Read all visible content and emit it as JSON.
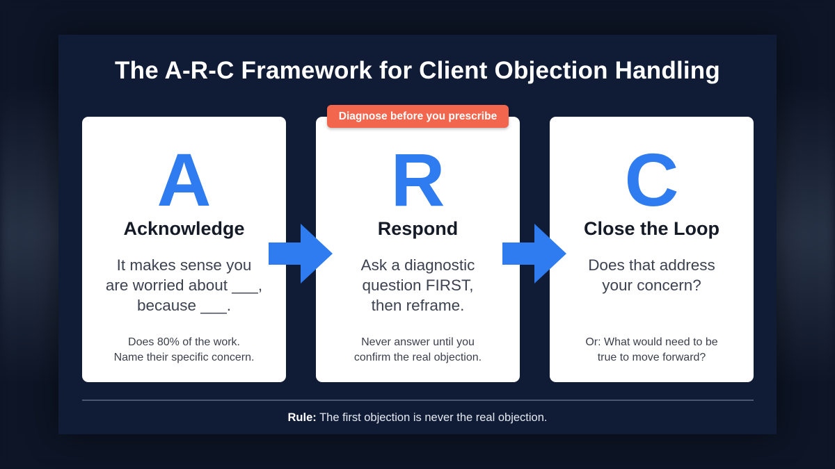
{
  "title": "The A-R-C Framework for Client Objection Handling",
  "badge": "Diagnose before you prescribe",
  "cards": [
    {
      "letter": "A",
      "heading": "Acknowledge",
      "script": [
        "It makes sense you",
        "are worried about ___,",
        "because ___."
      ],
      "note": [
        "Does 80% of the work.",
        "Name their specific concern."
      ]
    },
    {
      "letter": "R",
      "heading": "Respond",
      "script": [
        "Ask a diagnostic",
        "question FIRST,",
        "then reframe."
      ],
      "note": [
        "Never answer until you",
        "confirm the real objection."
      ]
    },
    {
      "letter": "C",
      "heading": "Close the Loop",
      "script": [
        "Does that address",
        "your concern?"
      ],
      "note": [
        "Or: What would need to be",
        "true to move forward?"
      ]
    }
  ],
  "rule": {
    "label": "Rule:",
    "text": "The first objection is never the real objection."
  },
  "colors": {
    "accent": "#2f7bf0",
    "badge": "#f2664d",
    "panel": "#101c36"
  }
}
